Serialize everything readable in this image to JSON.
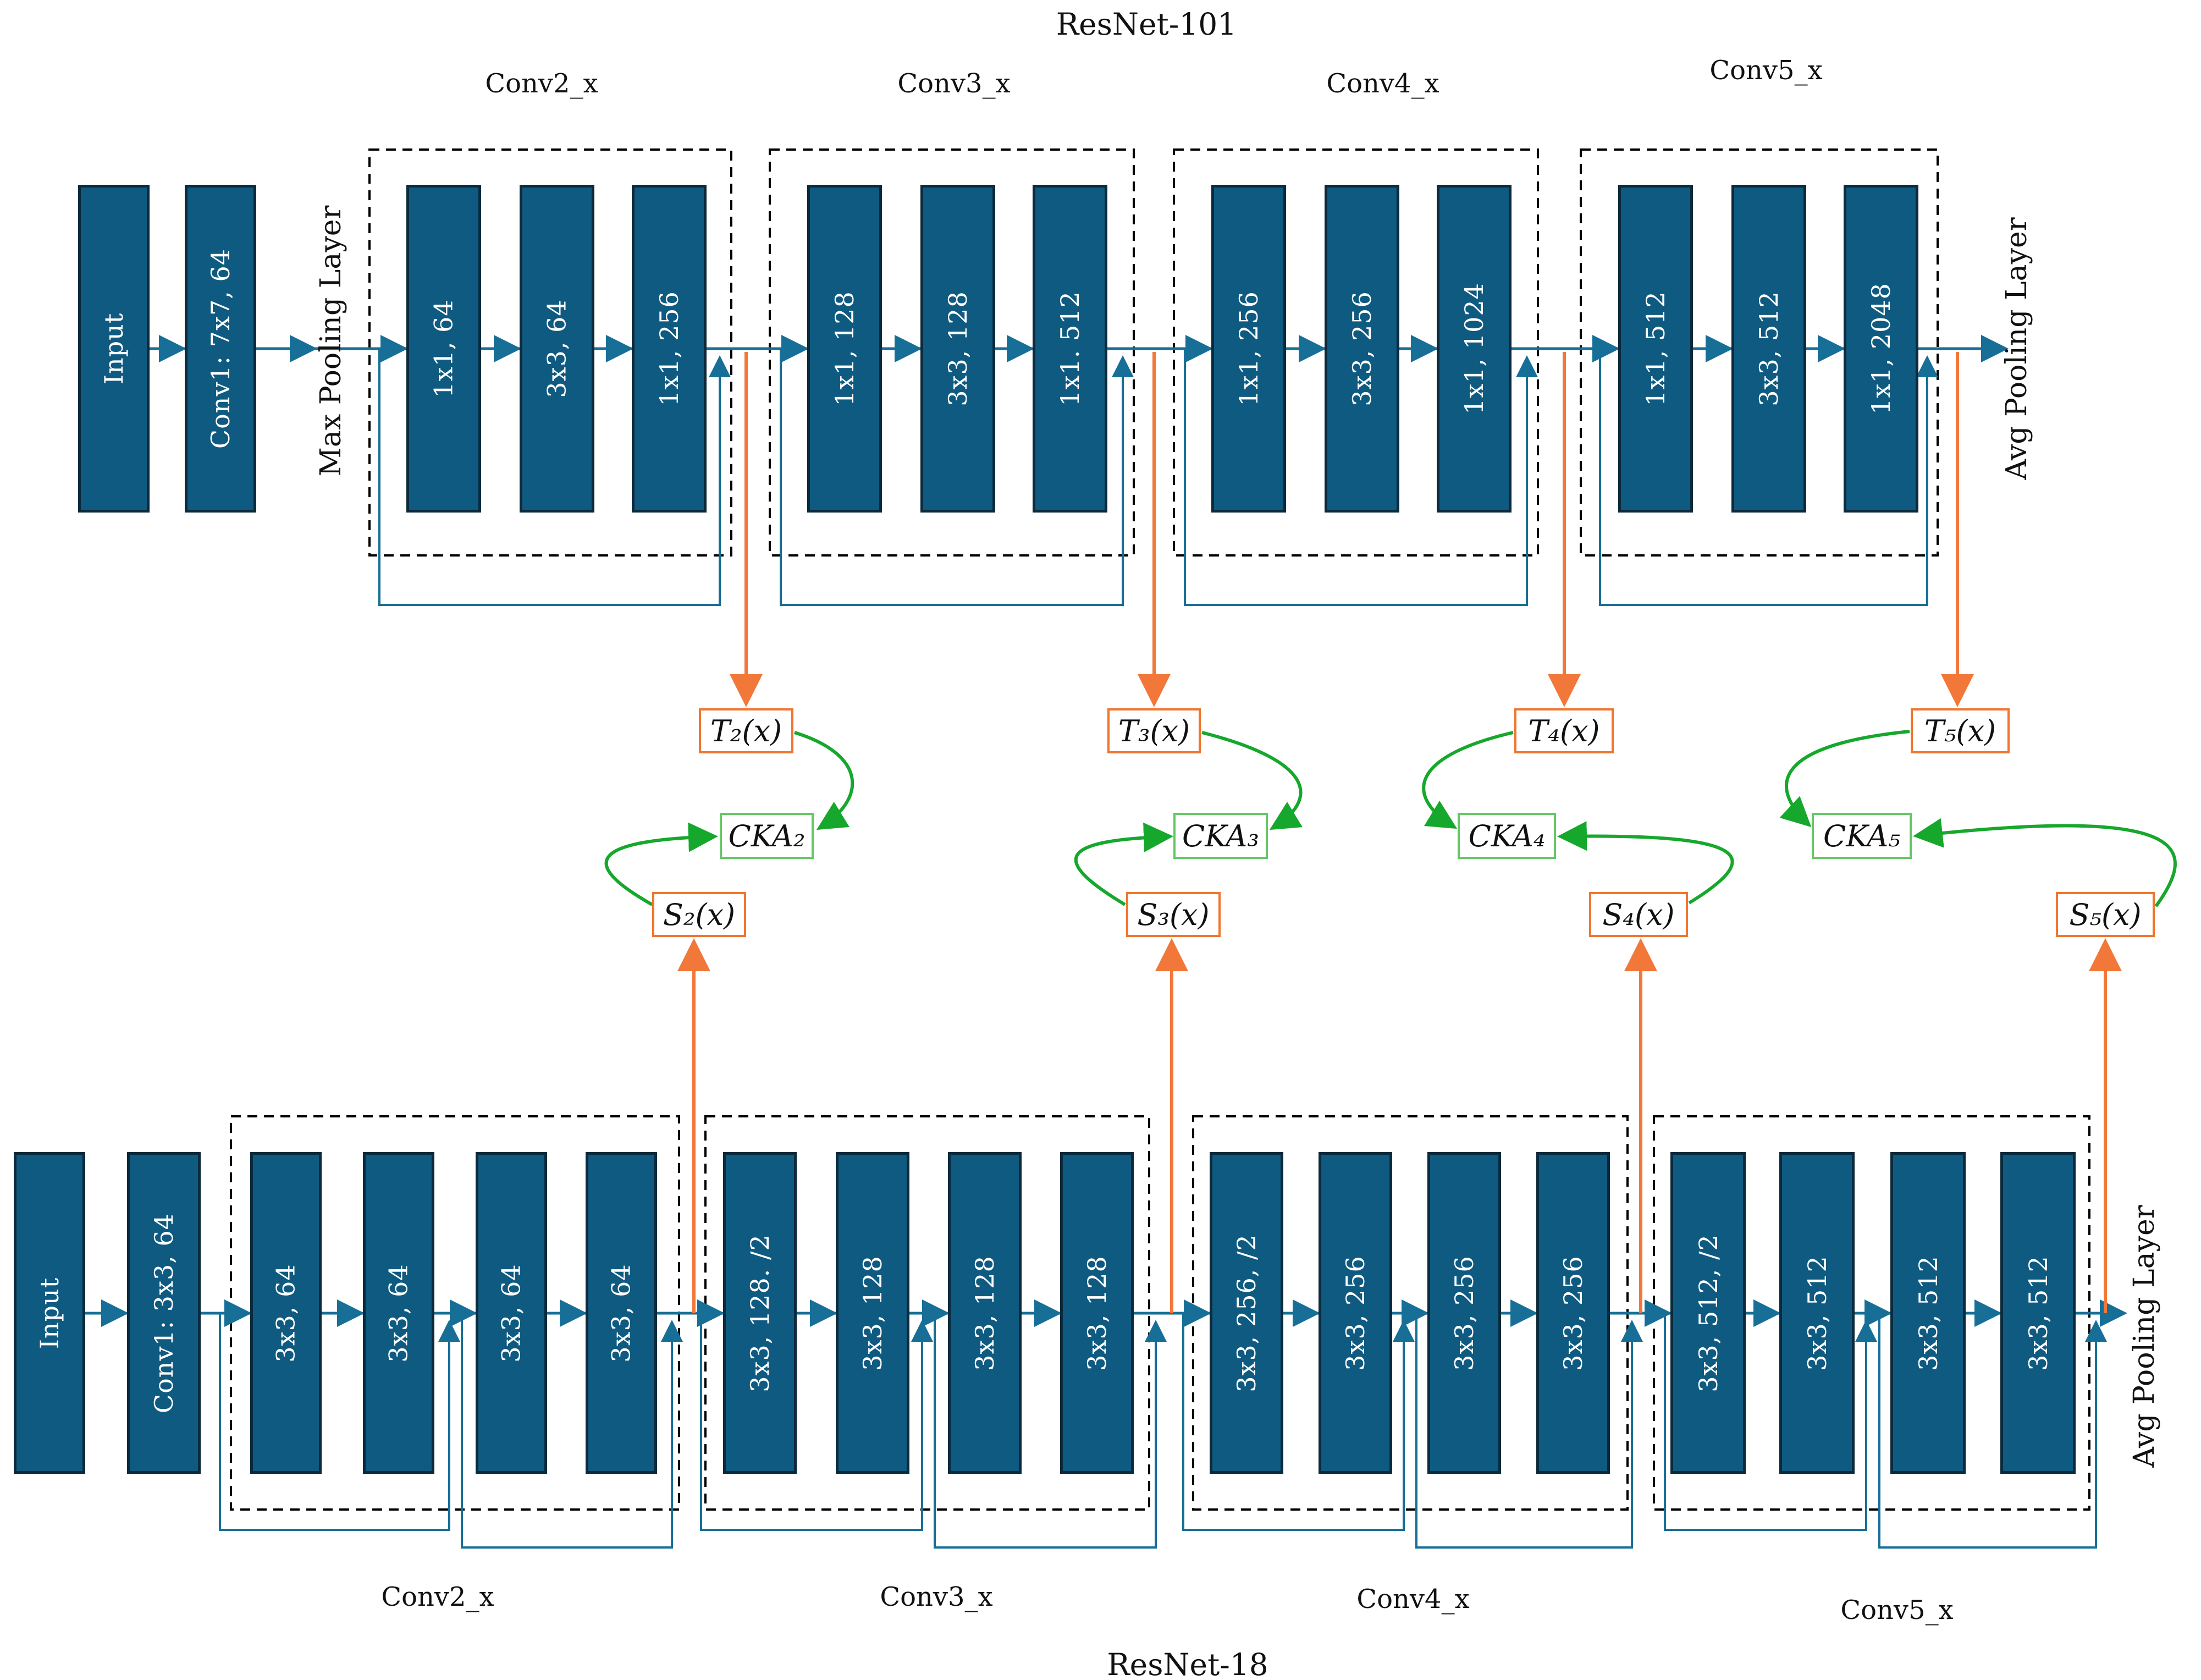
{
  "teacher": {
    "title": "ResNet-101",
    "input_label": "Input",
    "conv1_label": "Conv1: 7x7, 64",
    "pool_in_label": "Max Pooling Layer",
    "pool_out_label": "Avg Pooling Layer",
    "groups": [
      {
        "label": "Conv2_x",
        "blocks": [
          "1x1, 64",
          "3x3, 64",
          "1x1, 256"
        ]
      },
      {
        "label": "Conv3_x",
        "blocks": [
          "1x1, 128",
          "3x3, 128",
          "1x1. 512"
        ]
      },
      {
        "label": "Conv4_x",
        "blocks": [
          "1x1, 256",
          "3x3, 256",
          "1x1, 1024"
        ]
      },
      {
        "label": "Conv5_x",
        "blocks": [
          "1x1, 512",
          "3x3, 512",
          "1x1, 2048"
        ]
      }
    ]
  },
  "student": {
    "title": "ResNet-18",
    "input_label": "Input",
    "conv1_label": "Conv1: 3x3, 64",
    "pool_out_label": "Avg Pooling Layer",
    "groups": [
      {
        "label": "Conv2_x",
        "blocks": [
          "3x3, 64",
          "3x3, 64",
          "3x3, 64",
          "3x3, 64"
        ]
      },
      {
        "label": "Conv3_x",
        "blocks": [
          "3x3, 128. /2",
          "3x3, 128",
          "3x3, 128",
          "3x3, 128"
        ]
      },
      {
        "label": "Conv4_x",
        "blocks": [
          "3x3, 256, /2",
          "3x3, 256",
          "3x3, 256",
          "3x3, 256"
        ]
      },
      {
        "label": "Conv5_x",
        "blocks": [
          "3x3, 512, /2",
          "3x3, 512",
          "3x3, 512",
          "3x3, 512"
        ]
      }
    ]
  },
  "cka": {
    "pairs": [
      {
        "teacher": "T₂(x)",
        "cka": "CKA₂",
        "student": "S₂(x)"
      },
      {
        "teacher": "T₃(x)",
        "cka": "CKA₃",
        "student": "S₃(x)"
      },
      {
        "teacher": "T₄(x)",
        "cka": "CKA₄",
        "student": "S₄(x)"
      },
      {
        "teacher": "T₅(x)",
        "cka": "CKA₅",
        "student": "S₅(x)"
      }
    ]
  },
  "colors": {
    "block_fill": "#0F5A80",
    "block_border": "#0B2A3C",
    "flow_arrow": "#176F97",
    "skip_arrow": "#176F97",
    "feature_arrow_orange": "#F2783A",
    "feature_box_border_orange": "#F0762F",
    "cka_box_border_green": "#66C767",
    "cka_arrow_green": "#16A82C",
    "group_box_dashed": "#000000",
    "block_text": "#FFFFFF",
    "label_text": "#111111"
  }
}
